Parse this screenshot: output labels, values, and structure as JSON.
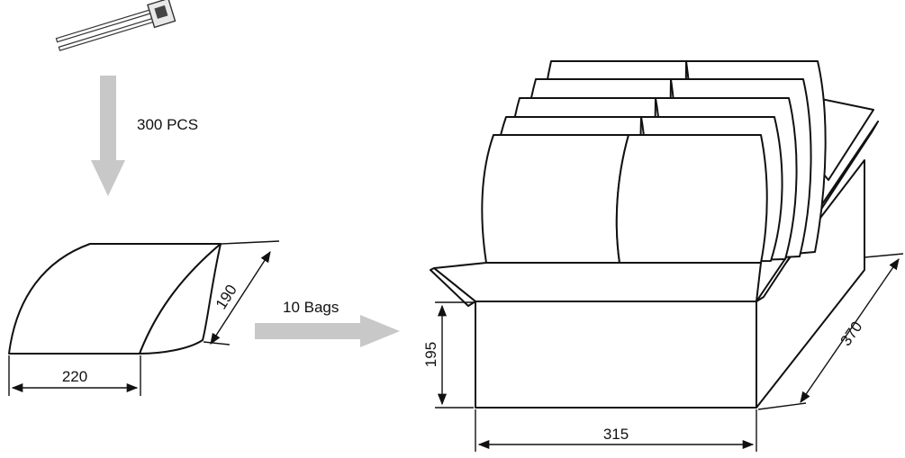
{
  "flow": {
    "step1_label": "300 PCS",
    "step2_label": "10 Bags"
  },
  "bag": {
    "width_label": "220",
    "depth_label": "190"
  },
  "carton": {
    "height_label": "195",
    "width_label": "315",
    "depth_label": "370"
  },
  "colors": {
    "line": "#111111",
    "arrow": "#c8c8c8",
    "background": "#ffffff"
  }
}
